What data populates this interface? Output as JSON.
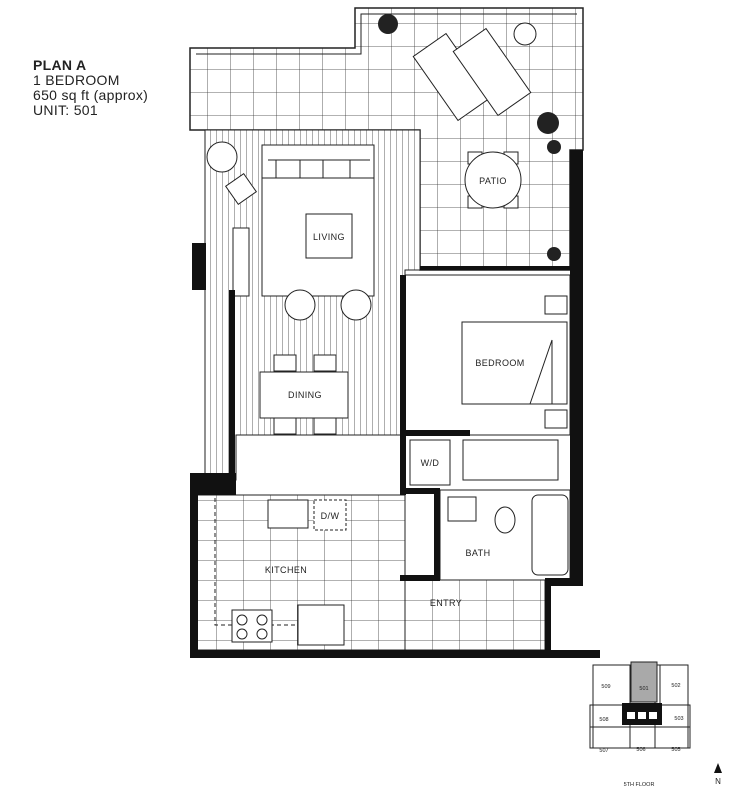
{
  "plan": {
    "title": "PLAN A",
    "bedrooms": "1 BEDROOM",
    "area": "650 sq ft (approx)",
    "unit": "UNIT: 501"
  },
  "rooms": {
    "patio": "PATIO",
    "living": "LIVING",
    "dining": "DINING",
    "bedroom": "BEDROOM",
    "washer_dryer": "W/D",
    "dishwasher": "D/W",
    "kitchen": "KITCHEN",
    "bath": "BATH",
    "entry": "ENTRY"
  },
  "keyplate": {
    "floor": "5TH FLOOR",
    "north": "N",
    "highlighted_unit": "501",
    "units": [
      "501",
      "502",
      "503",
      "505",
      "506",
      "507",
      "508",
      "509"
    ],
    "highlight_color": "#a9a9a9"
  }
}
